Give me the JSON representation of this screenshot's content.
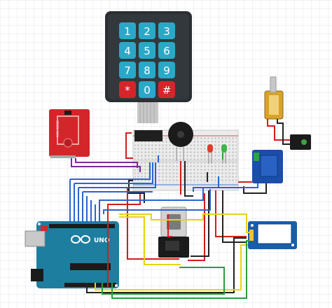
{
  "keypad": {
    "keys": [
      "1",
      "2",
      "3",
      "4",
      "5",
      "6",
      "7",
      "8",
      "9",
      "*",
      "0",
      "#"
    ]
  },
  "rfid": {
    "label": "RFID-RC522"
  },
  "arduino": {
    "logo": "UNO"
  },
  "colors": {
    "grid": "#dfe4ee",
    "keypad_body": "#2b2f33",
    "key_blue": "#2aa8c8",
    "key_red": "#d6242b",
    "rfid_board": "#d3262b",
    "arduino_board": "#1e7ea0",
    "relay_board": "#1a4ea8",
    "oled_board": "#1a5ea8",
    "wire_red": "#d11d1d",
    "wire_black": "#222222",
    "wire_blue": "#2c63cf",
    "wire_purple": "#7a2a9a",
    "wire_yellow": "#e6d415",
    "wire_green": "#2c9c3a",
    "led_red": "#e23a2a",
    "led_green": "#3bb64a"
  }
}
